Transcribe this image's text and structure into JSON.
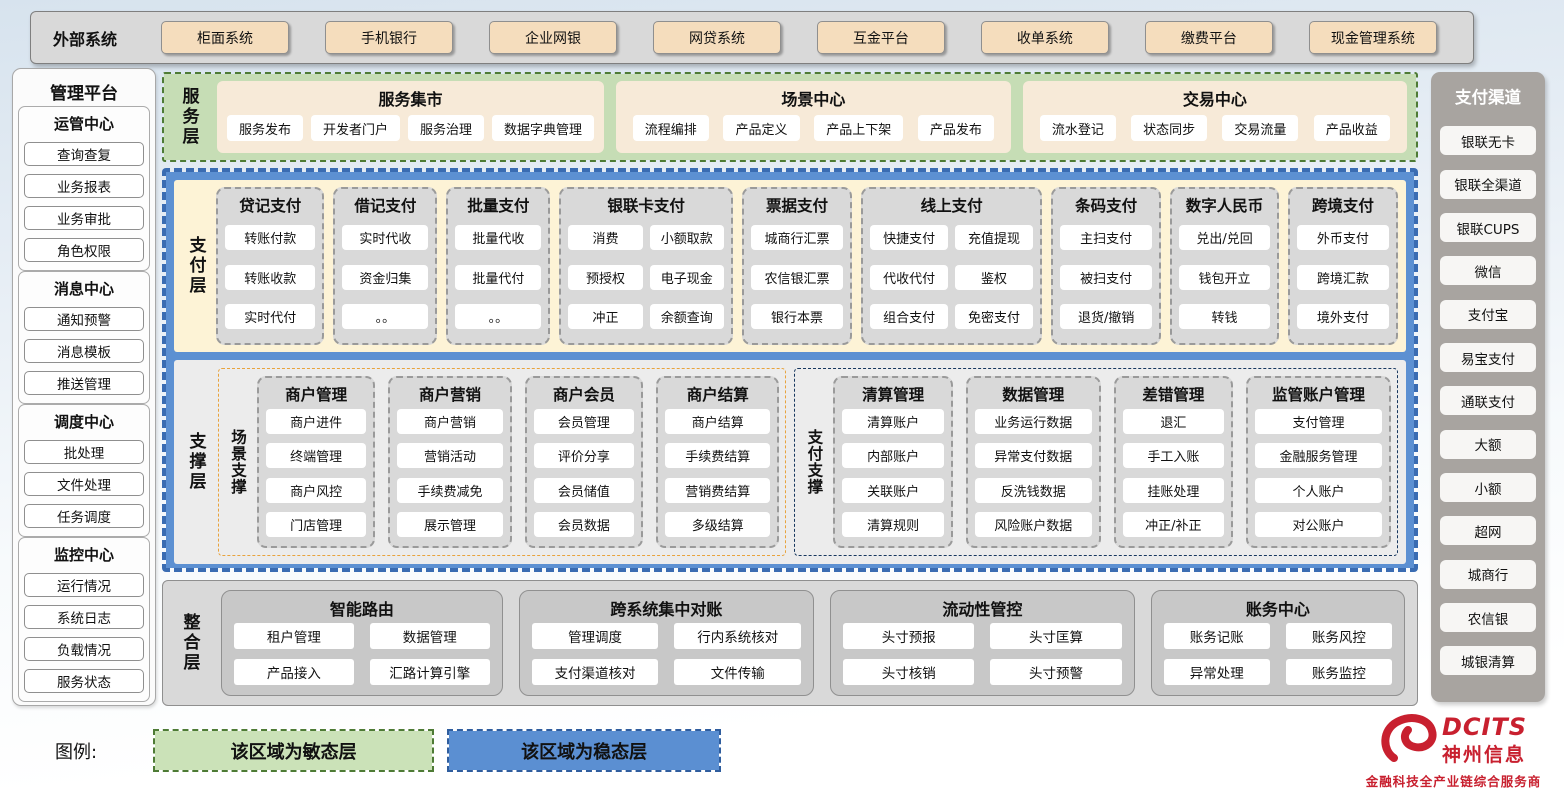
{
  "colors": {
    "agile_green": "#c6ddb5",
    "agile_border": "#4e7b35",
    "stable_blue": "#5c90d2",
    "stable_border": "#3a6cb2",
    "tan": "#f5ddbd",
    "cream_band": "#fdf3d6",
    "panel_gray": "#d9d9d9",
    "channel_gray": "#a8a4a0",
    "scene_orange": "#e8a33d",
    "paysup_navy": "#17375e",
    "brand_red": "#c8202f"
  },
  "external": {
    "label": "外部系统",
    "systems": [
      "柜面系统",
      "手机银行",
      "企业网银",
      "网贷系统",
      "互金平台",
      "收单系统",
      "缴费平台",
      "现金管理系统"
    ]
  },
  "management": {
    "title": "管理平台",
    "groups": [
      {
        "title": "运管中心",
        "items": [
          "查询查复",
          "业务报表",
          "业务审批",
          "角色权限"
        ]
      },
      {
        "title": "消息中心",
        "items": [
          "通知预警",
          "消息模板",
          "推送管理"
        ]
      },
      {
        "title": "调度中心",
        "items": [
          "批处理",
          "文件处理",
          "任务调度"
        ]
      },
      {
        "title": "监控中心",
        "items": [
          "运行情况",
          "系统日志",
          "负载情况",
          "服务状态"
        ]
      }
    ]
  },
  "service_layer": {
    "label": "服务层",
    "panels": [
      {
        "title": "服务集市",
        "items": [
          "服务发布",
          "开发者门户",
          "服务治理",
          "数据字典管理"
        ]
      },
      {
        "title": "场景中心",
        "items": [
          "流程编排",
          "产品定义",
          "产品上下架",
          "产品发布"
        ]
      },
      {
        "title": "交易中心",
        "items": [
          "流水登记",
          "状态同步",
          "交易流量",
          "产品收益"
        ]
      }
    ]
  },
  "stable": {
    "payment_layer": {
      "label": "支付层",
      "groups": [
        {
          "title": "贷记支付",
          "items": [
            "转账付款",
            "转账收款",
            "实时代付"
          ]
        },
        {
          "title": "借记支付",
          "items": [
            "实时代收",
            "资金归集",
            "。。"
          ]
        },
        {
          "title": "批量支付",
          "items": [
            "批量代收",
            "批量代付",
            "。。"
          ]
        },
        {
          "title": "银联卡支付",
          "items": [
            "消费",
            "小额取款",
            "预授权",
            "电子现金",
            "冲正",
            "余额查询"
          ]
        },
        {
          "title": "票据支付",
          "items": [
            "城商行汇票",
            "农信银汇票",
            "银行本票"
          ]
        },
        {
          "title": "线上支付",
          "items": [
            "快捷支付",
            "充值提现",
            "代收代付",
            "鉴权",
            "组合支付",
            "免密支付"
          ]
        },
        {
          "title": "条码支付",
          "items": [
            "主扫支付",
            "被扫支付",
            "退货/撤销"
          ]
        },
        {
          "title": "数字人民币",
          "items": [
            "兑出/兑回",
            "钱包开立",
            "转钱"
          ]
        },
        {
          "title": "跨境支付",
          "items": [
            "外币支付",
            "跨境汇款",
            "境外支付"
          ]
        }
      ]
    },
    "support_layer": {
      "label": "支撑层",
      "scene": {
        "label": "场景支撑",
        "groups": [
          {
            "title": "商户管理",
            "items": [
              "商户进件",
              "终端管理",
              "商户风控",
              "门店管理"
            ]
          },
          {
            "title": "商户营销",
            "items": [
              "商户营销",
              "营销活动",
              "手续费减免",
              "展示管理"
            ]
          },
          {
            "title": "商户会员",
            "items": [
              "会员管理",
              "评价分享",
              "会员储值",
              "会员数据"
            ]
          },
          {
            "title": "商户结算",
            "items": [
              "商户结算",
              "手续费结算",
              "营销费结算",
              "多级结算"
            ]
          }
        ]
      },
      "pay": {
        "label": "支付支撑",
        "groups": [
          {
            "title": "清算管理",
            "items": [
              "清算账户",
              "内部账户",
              "关联账户",
              "清算规则"
            ]
          },
          {
            "title": "数据管理",
            "items": [
              "业务运行数据",
              "异常支付数据",
              "反洗钱数据",
              "风险账户数据"
            ]
          },
          {
            "title": "差错管理",
            "items": [
              "退汇",
              "手工入账",
              "挂账处理",
              "冲正/补正"
            ]
          },
          {
            "title": "监管账户管理",
            "items": [
              "支付管理",
              "金融服务管理",
              "个人账户",
              "对公账户"
            ]
          }
        ]
      }
    }
  },
  "integration_layer": {
    "label": "整合层",
    "panels": [
      {
        "title": "智能路由",
        "items": [
          "租户管理",
          "数据管理",
          "产品接入",
          "汇路计算引擎"
        ]
      },
      {
        "title": "跨系统集中对账",
        "items": [
          "管理调度",
          "行内系统核对",
          "支付渠道核对",
          "文件传输"
        ]
      },
      {
        "title": "流动性管控",
        "items": [
          "头寸预报",
          "头寸匡算",
          "头寸核销",
          "头寸预警"
        ]
      },
      {
        "title": "账务中心",
        "items": [
          "账务记账",
          "账务风控",
          "异常处理",
          "账务监控"
        ]
      }
    ]
  },
  "channels": {
    "title": "支付渠道",
    "items": [
      "银联无卡",
      "银联全渠道",
      "银联CUPS",
      "微信",
      "支付宝",
      "易宝支付",
      "通联支付",
      "大额",
      "小额",
      "超网",
      "城商行",
      "农信银",
      "城银清算"
    ]
  },
  "legend": {
    "label": "图例:",
    "agile": "该区域为敏态层",
    "stable": "该区域为稳态层"
  },
  "logo": {
    "name": "DCITS",
    "company": "神州信息",
    "tagline": "金融科技全产业链综合服务商"
  }
}
